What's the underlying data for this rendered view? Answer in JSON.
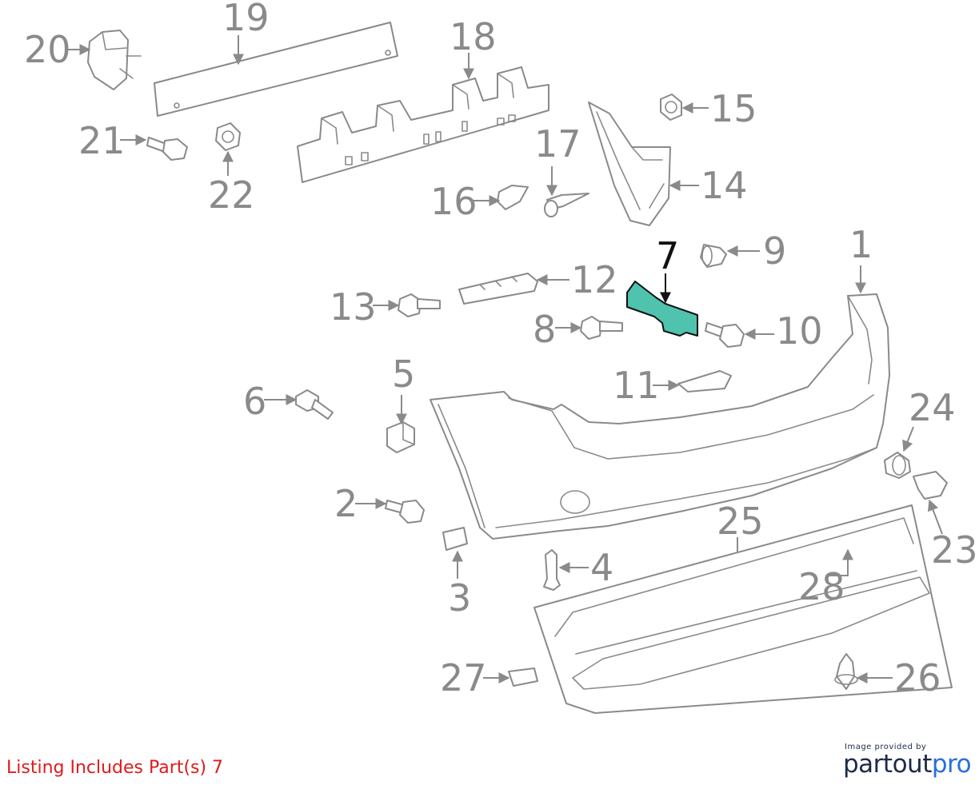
{
  "callouts": {
    "c1": "1",
    "c2": "2",
    "c3": "3",
    "c4": "4",
    "c5": "5",
    "c6": "6",
    "c7": "7",
    "c8": "8",
    "c9": "9",
    "c10": "10",
    "c11": "11",
    "c12": "12",
    "c13": "13",
    "c14": "14",
    "c15": "15",
    "c16": "16",
    "c17": "17",
    "c18": "18",
    "c19": "19",
    "c20": "20",
    "c21": "21",
    "c22": "22",
    "c23": "23",
    "c24": "24",
    "c25": "25",
    "c26": "26",
    "c27": "27",
    "c28": "28"
  },
  "highlighted_part": "7",
  "listing_note": "Listing Includes Part(s) 7",
  "credit": {
    "provided_by": "Image provided by",
    "brand_part": "partout",
    "brand_pro": "pro"
  },
  "colors": {
    "highlight_fill": "#4fc3ad",
    "line_gray": "#8a8a8a",
    "note_red": "#e01b1b",
    "brand_navy": "#1e2a4a",
    "brand_blue": "#2a6de0"
  }
}
